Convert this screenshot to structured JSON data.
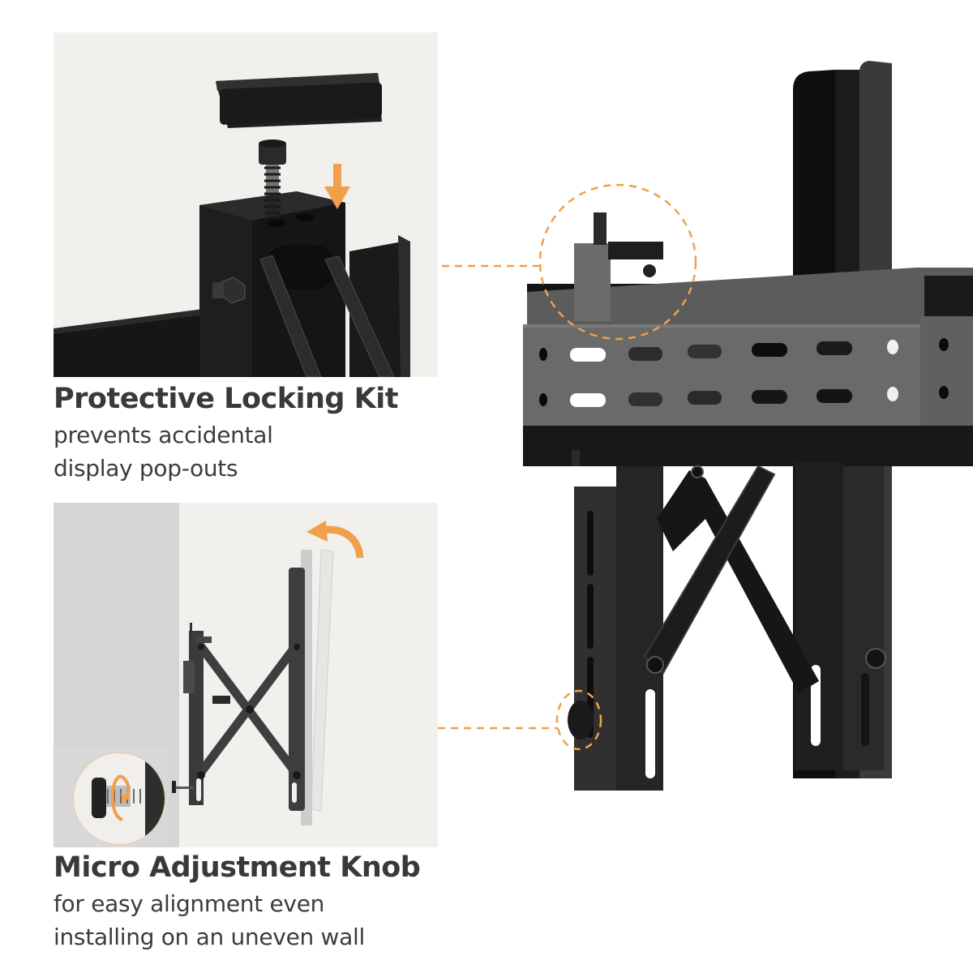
{
  "colors": {
    "accent_orange": "#f0a04b",
    "panel_bg": "#f2f0ed",
    "wall_gray": "#d6d6d6",
    "metal_dark": "#1c1c1c",
    "metal_mid": "#3a3a3a",
    "rail_gray": "#5a5a5a",
    "text_dark": "#3a3838"
  },
  "features": [
    {
      "title": "Protective Locking Kit",
      "lines": [
        "prevents accidental",
        "display pop-outs"
      ],
      "inset_icon": "locking-cap-down-arrow",
      "callout_target": "locking-clip-on-rail"
    },
    {
      "title": "Micro Adjustment Knob",
      "lines": [
        "for easy alignment even",
        "installing on an uneven wall"
      ],
      "inset_icon": "knob-rotate-arrow",
      "callout_target": "adjustment-knob-on-bracket"
    }
  ]
}
